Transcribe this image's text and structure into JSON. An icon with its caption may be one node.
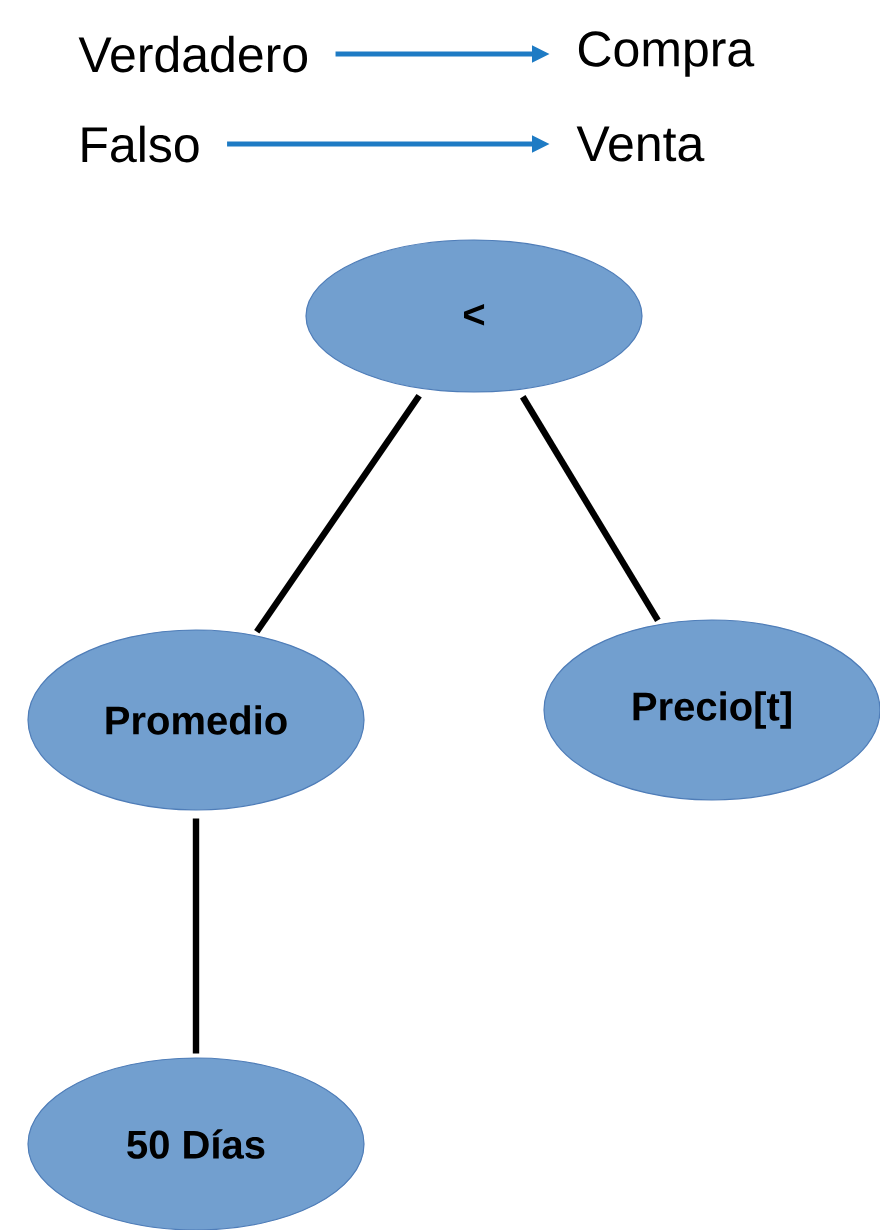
{
  "diagram": {
    "nodes": [
      {
        "text": [
          "Verdadero"
        ]
      },
      {
        "text": [
          "Compra"
        ]
      },
      {
        "text": [
          "Falso"
        ]
      },
      {
        "text": [
          "Venta"
        ]
      },
      {
        "text": [
          "<"
        ]
      },
      {
        "text": [
          "Promedio"
        ]
      },
      {
        "text": [
          "Precio[t]"
        ]
      },
      {
        "text": [
          "50 Días"
        ]
      }
    ],
    "edges": [
      {
        "from": 0,
        "to": 1,
        "arrow": "to",
        "color": "#1e7bc4"
      },
      {
        "from": 2,
        "to": 3,
        "arrow": "to",
        "color": "#1e7bc4"
      },
      {
        "from": 4,
        "to": 5,
        "arrow": "none"
      },
      {
        "from": 4,
        "to": 6,
        "arrow": "none"
      },
      {
        "from": 5,
        "to": 7,
        "arrow": "none"
      }
    ]
  }
}
